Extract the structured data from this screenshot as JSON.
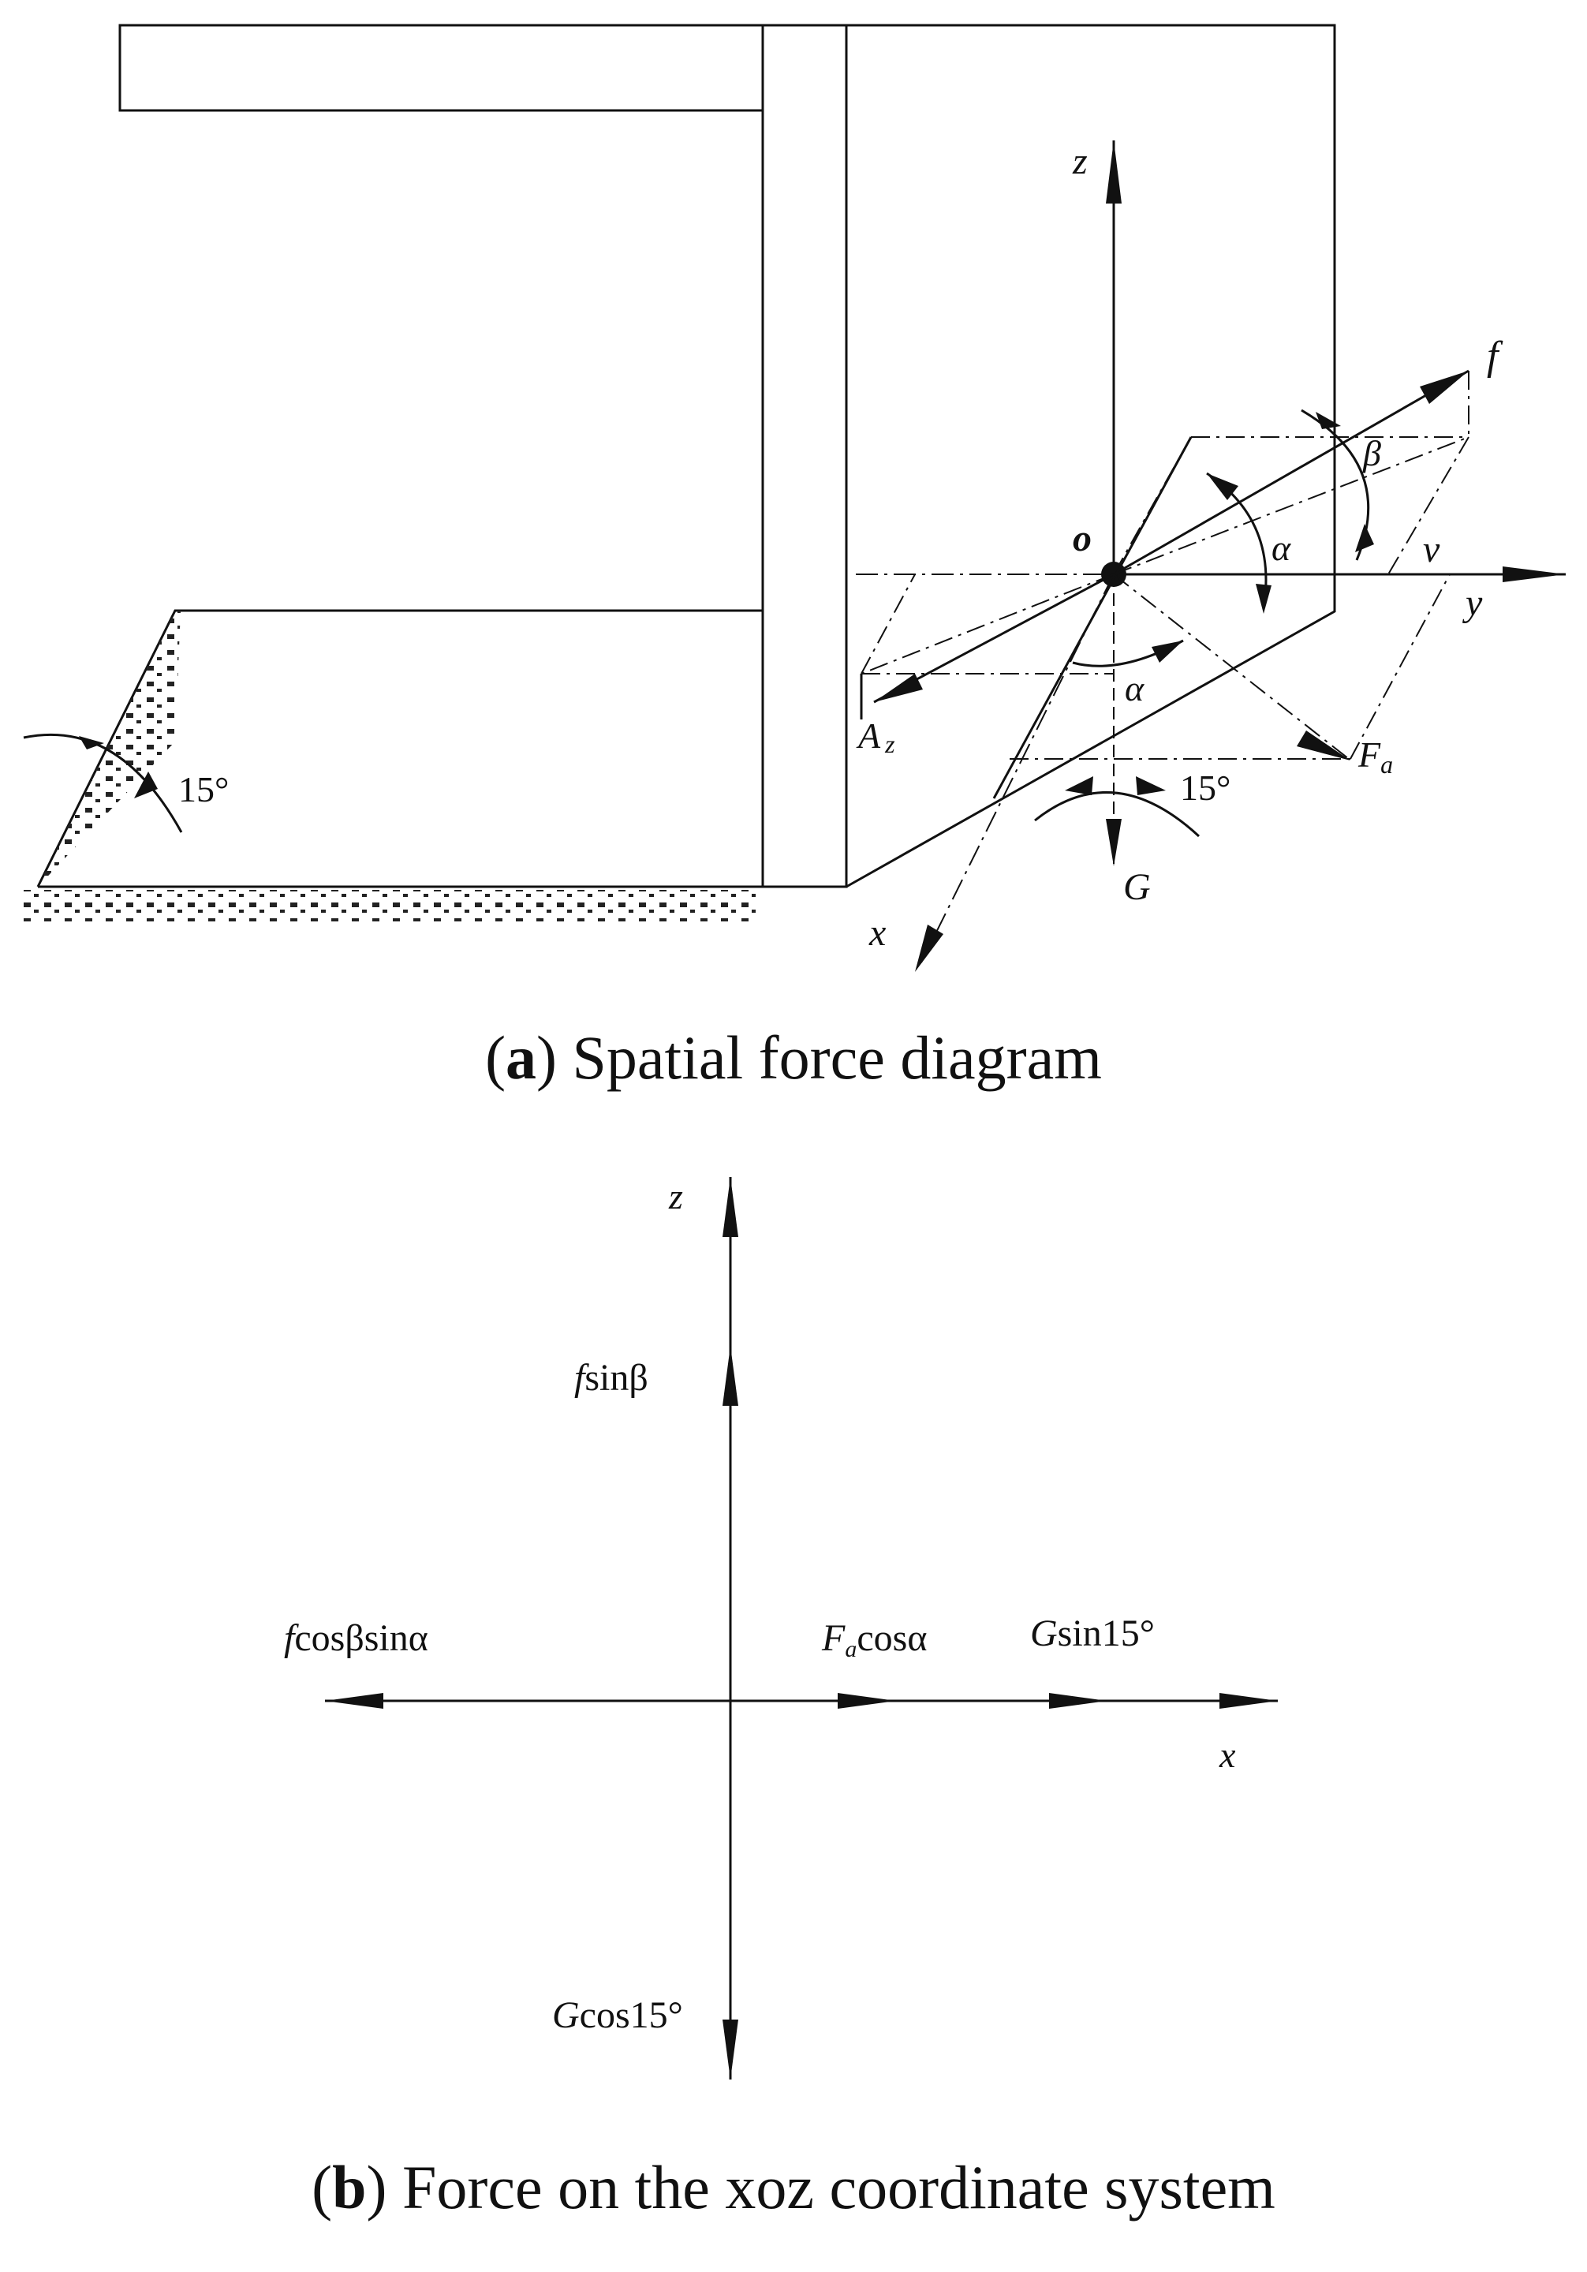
{
  "panel_a": {
    "caption_letter": "a",
    "caption_text": "Spatial force diagram",
    "labels": {
      "z": "z",
      "y": "y",
      "x": "x",
      "o": "o",
      "f": "f",
      "beta": "β",
      "alpha_upper": "α",
      "alpha_lower": "α",
      "v": "v",
      "az_main": "A",
      "az_sub": "z",
      "fa_main": "F",
      "fa_sub": "a",
      "angle_15_right": "15°",
      "angle_15_left": "15°",
      "g": "G"
    }
  },
  "panel_b": {
    "caption_letter": "b",
    "caption_text": "Force on the xoz coordinate system",
    "labels": {
      "z": "z",
      "x": "x",
      "f_sin_beta_f": "f",
      "f_sin_beta_rest": "sinβ",
      "f_cos_beta_sin_alpha_f": "f",
      "f_cos_beta_sin_alpha_rest": "cosβsinα",
      "fa_cos_alpha_f": "F",
      "fa_cos_alpha_sub": "a",
      "fa_cos_alpha_rest": "cosα",
      "g_sin15_g": "G",
      "g_sin15_rest": "sin15°",
      "g_cos15_g": "G",
      "g_cos15_rest": "cos15°"
    }
  }
}
